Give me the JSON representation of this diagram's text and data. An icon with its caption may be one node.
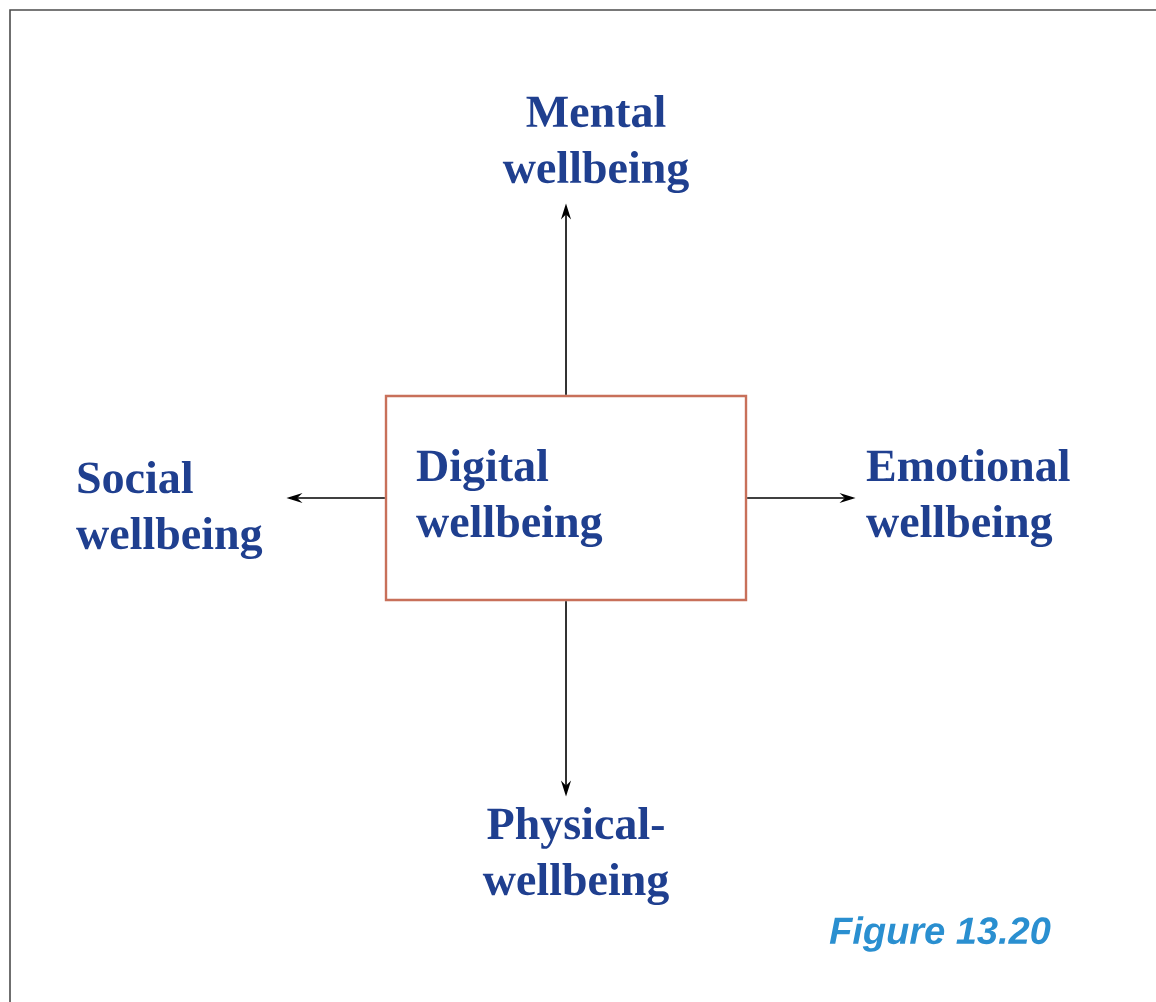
{
  "diagram": {
    "caption": "Figure 13.20",
    "nodes": [
      {
        "text": [
          "Digital wellbeing"
        ]
      },
      {
        "text": [
          "Mental wellbeing"
        ]
      },
      {
        "text": [
          "Social wellbeing"
        ]
      },
      {
        "text": [
          "Emotional wellbeing"
        ]
      },
      {
        "text": [
          "Physical- wellbeing"
        ]
      }
    ],
    "edges": [
      {
        "from": 0,
        "to": 1,
        "arrow": "to"
      },
      {
        "from": 0,
        "to": 2,
        "arrow": "to"
      },
      {
        "from": 0,
        "to": 3,
        "arrow": "to"
      },
      {
        "from": 0,
        "to": 4,
        "arrow": "to"
      }
    ]
  }
}
